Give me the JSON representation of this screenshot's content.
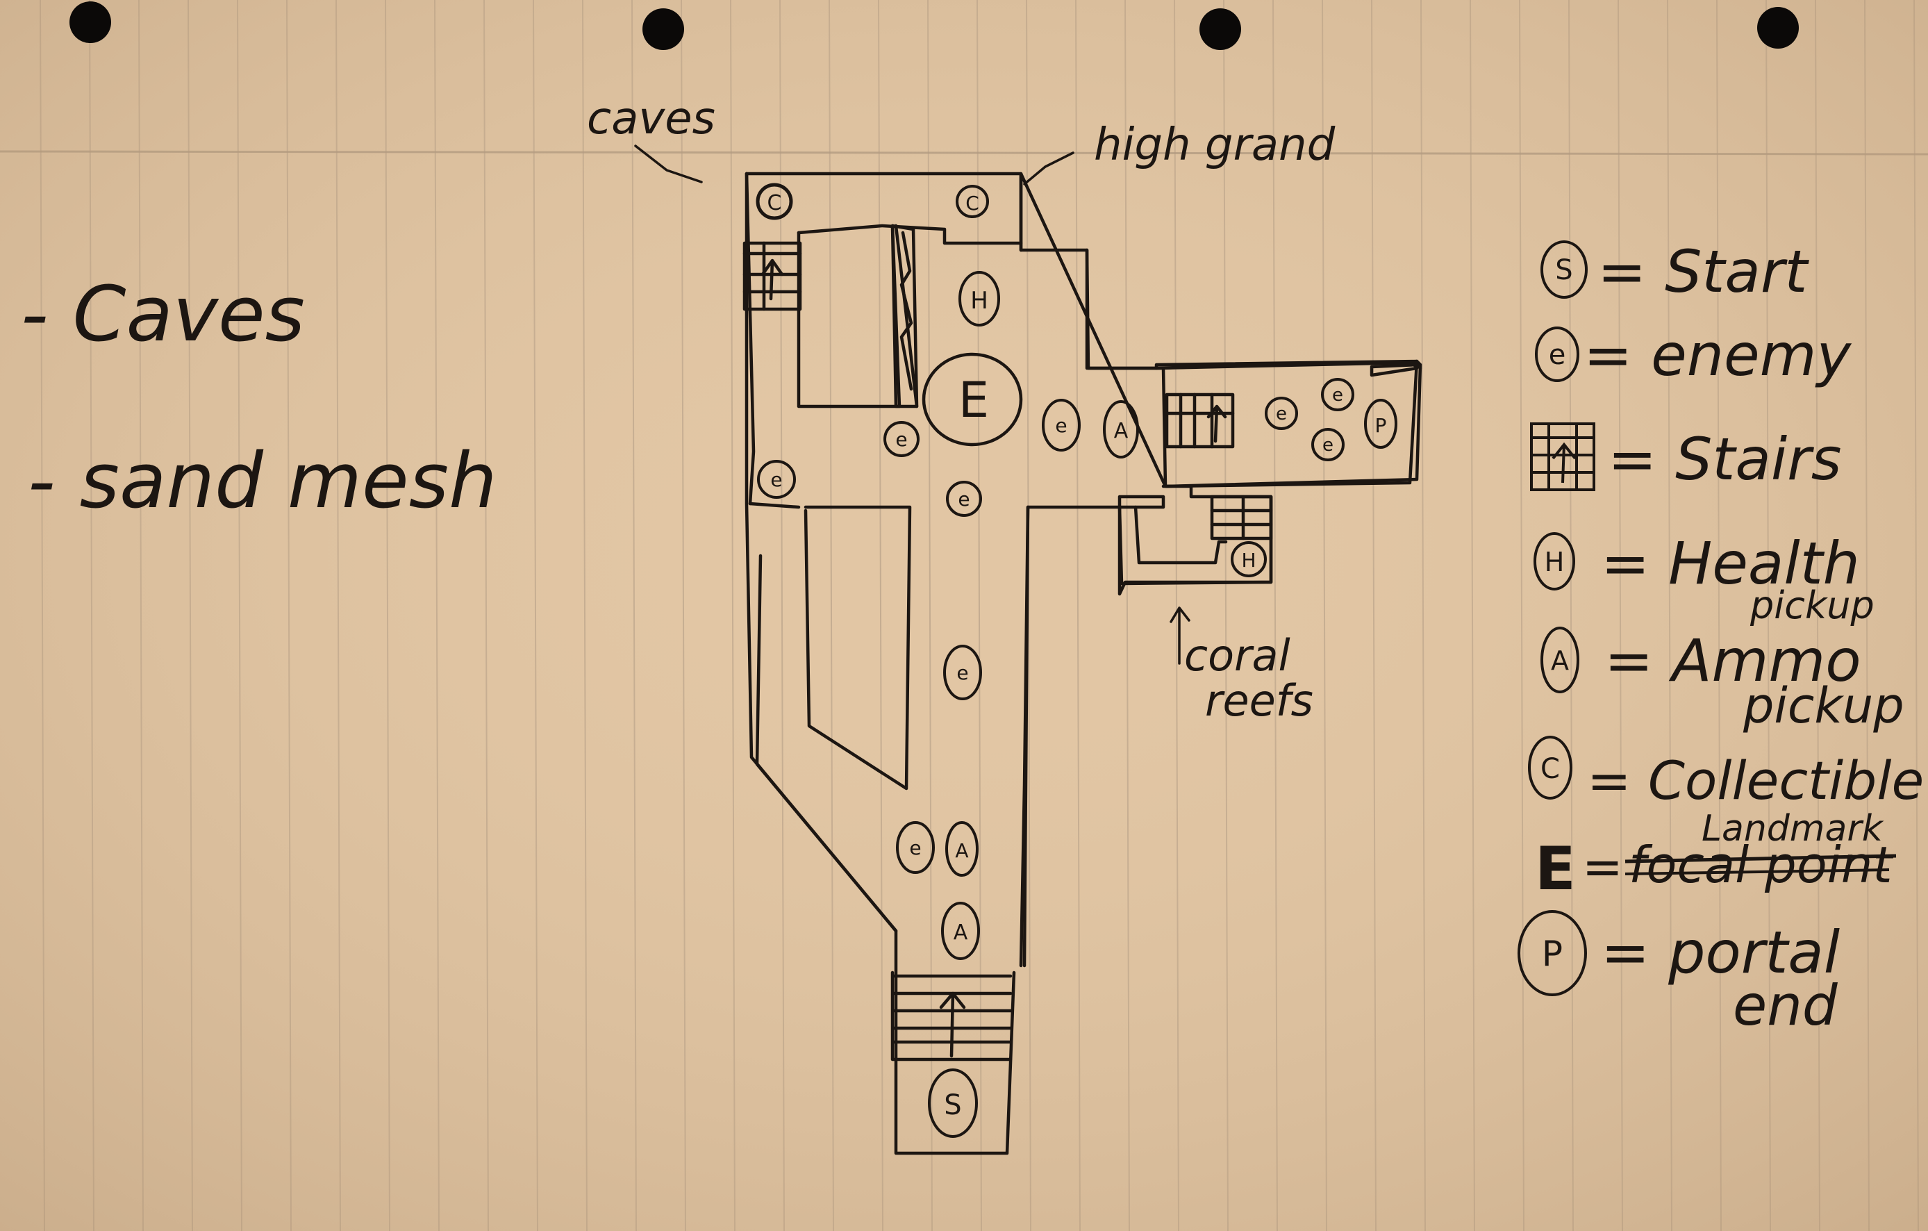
{
  "annotations": {
    "caves_top": "caves",
    "high_ground": "high grand",
    "coral_reefs_1": "coral",
    "coral_reefs_2": "reefs"
  },
  "side_notes": {
    "caves": "- Caves",
    "sand_mesh": "- sand mesh"
  },
  "map": {
    "enemy": "e",
    "collectible": "C",
    "health": "H",
    "ammo": "A",
    "portal": "P",
    "landmark": "E",
    "start": "S"
  },
  "legend": {
    "start": {
      "symbol": "S",
      "text": "= Start"
    },
    "enemy": {
      "symbol": "e",
      "text": "= enemy"
    },
    "stairs": {
      "text": "= Stairs"
    },
    "health": {
      "symbol": "H",
      "text": "= Health",
      "sub": "pickup"
    },
    "ammo": {
      "symbol": "A",
      "text": "= Ammo",
      "sub": "pickup"
    },
    "collectible": {
      "symbol": "C",
      "text": "= Collectible"
    },
    "landmark": {
      "symbol": "E",
      "eq": "=",
      "struck": "focal point",
      "replacement": "Landmark"
    },
    "portal": {
      "symbol": "P",
      "text": "= portal",
      "sub": "end"
    }
  },
  "colors": {
    "paper": "#e2c6a4",
    "rule_line": "#b9a38a",
    "ink": "#1c1612",
    "punch_hole": "#0b0908"
  }
}
